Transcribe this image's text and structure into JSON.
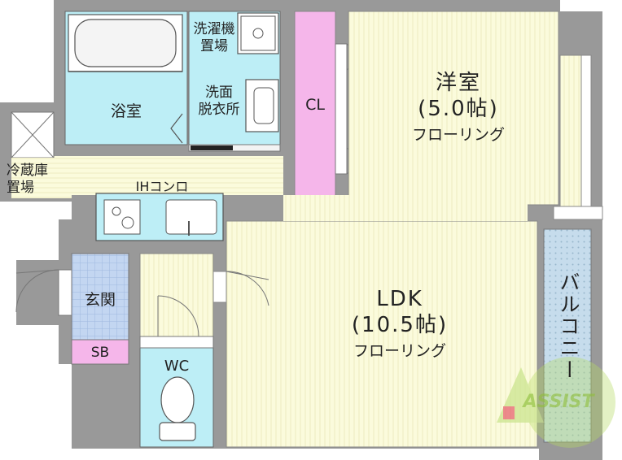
{
  "rooms": {
    "western": {
      "name": "洋室",
      "size": "(5.0帖)",
      "floor": "フローリング"
    },
    "ldk": {
      "name": "LDK",
      "size": "(10.5帖)",
      "floor": "フローリング"
    },
    "bath": "浴室",
    "closet": "CL",
    "washer_line1": "洗濯機",
    "washer_line2": "置場",
    "washroom_line1": "洗面",
    "washroom_line2": "脱衣所",
    "fridge_line1": "冷蔵庫",
    "fridge_line2": "置場",
    "ih": "IHコンロ",
    "entrance": "玄関",
    "shoebox": "SB",
    "wc": "WC",
    "balcony": "バルコニー"
  },
  "colors": {
    "wall": "#999999",
    "floor": "#fbfbdc",
    "water": "#bdeef6",
    "closet": "#f5b6ea",
    "balcony": "#c6dcec",
    "watermark": "#b7db64"
  },
  "watermark": "ASSIST"
}
